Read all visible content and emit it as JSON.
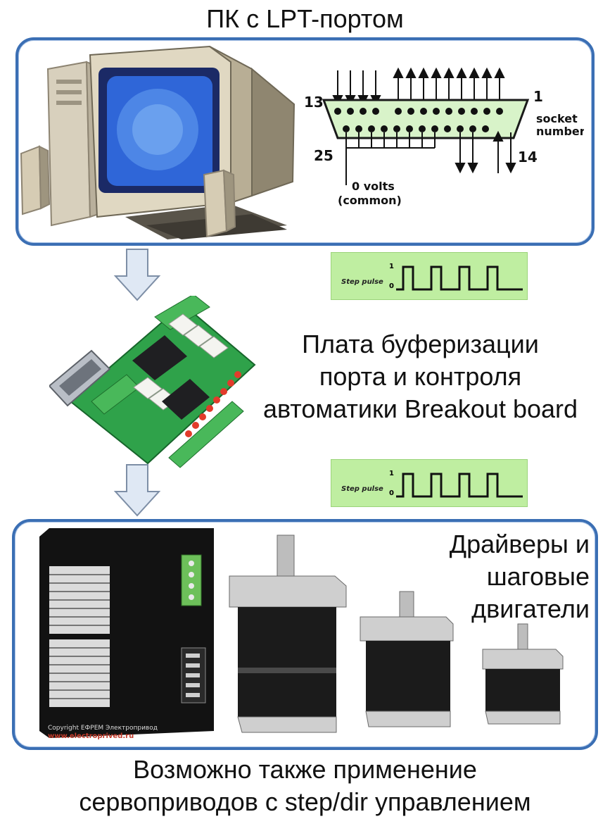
{
  "header": {
    "title": "ПК с LPT-портом"
  },
  "lpt": {
    "pin_13": "13",
    "pin_1": "1",
    "pin_25": "25",
    "pin_14": "14",
    "socket_line1": "socket",
    "socket_line2": "number",
    "volts_line1": "0 volts",
    "volts_line2": "(common)"
  },
  "signal": {
    "label": "Step pulse",
    "level_high": "1",
    "level_low": "0"
  },
  "board": {
    "line1": "Плата буферизации",
    "line2": "порта и контроля",
    "line3": "автоматики Breakout board"
  },
  "drivers": {
    "line1": "Драйверы и",
    "line2": "шаговые",
    "line3": "двигатели",
    "copyright": "Copyright ЕФРЕМ Электропривод",
    "url": "www.electroprived.ru"
  },
  "footer": {
    "line1": "Возможно также применение",
    "line2": "сервоприводов с step/dir управлением"
  },
  "colors": {
    "panel_border": "#3b6fb4",
    "arrow_fill": "#dfe8f4",
    "pulse_bg": "#bfeea1",
    "connector_fill": "#d8f3c9"
  }
}
